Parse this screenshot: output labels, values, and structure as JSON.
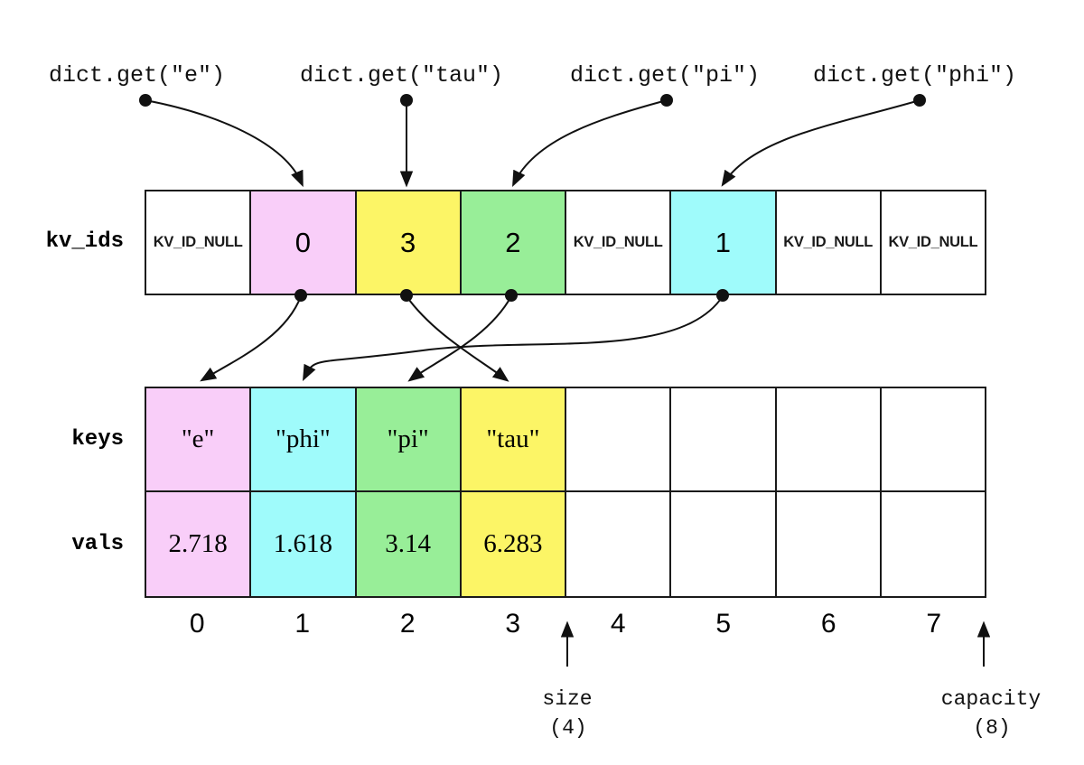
{
  "queries": [
    {
      "label": "dict.get(\"e\")"
    },
    {
      "label": "dict.get(\"tau\")"
    },
    {
      "label": "dict.get(\"pi\")"
    },
    {
      "label": "dict.get(\"phi\")"
    }
  ],
  "rows": {
    "kv_ids": {
      "label": "kv_ids",
      "cells": [
        {
          "text": "KV_ID_NULL",
          "bg": "#ffffff"
        },
        {
          "text": "0",
          "bg": "#f9cef9"
        },
        {
          "text": "3",
          "bg": "#fcf566"
        },
        {
          "text": "2",
          "bg": "#98ee98"
        },
        {
          "text": "KV_ID_NULL",
          "bg": "#ffffff"
        },
        {
          "text": "1",
          "bg": "#9ffbfb"
        },
        {
          "text": "KV_ID_NULL",
          "bg": "#ffffff"
        },
        {
          "text": "KV_ID_NULL",
          "bg": "#ffffff"
        }
      ]
    },
    "keys": {
      "label": "keys",
      "cells": [
        {
          "text": "\"e\"",
          "bg": "#f9cef9"
        },
        {
          "text": "\"phi\"",
          "bg": "#9ffbfb"
        },
        {
          "text": "\"pi\"",
          "bg": "#98ee98"
        },
        {
          "text": "\"tau\"",
          "bg": "#fcf566"
        },
        {
          "text": "",
          "bg": "#ffffff"
        },
        {
          "text": "",
          "bg": "#ffffff"
        },
        {
          "text": "",
          "bg": "#ffffff"
        },
        {
          "text": "",
          "bg": "#ffffff"
        }
      ]
    },
    "vals": {
      "label": "vals",
      "cells": [
        {
          "text": "2.718",
          "bg": "#f9cef9"
        },
        {
          "text": "1.618",
          "bg": "#9ffbfb"
        },
        {
          "text": "3.14",
          "bg": "#98ee98"
        },
        {
          "text": "6.283",
          "bg": "#fcf566"
        },
        {
          "text": "",
          "bg": "#ffffff"
        },
        {
          "text": "",
          "bg": "#ffffff"
        },
        {
          "text": "",
          "bg": "#ffffff"
        },
        {
          "text": "",
          "bg": "#ffffff"
        }
      ]
    }
  },
  "indices": [
    "0",
    "1",
    "2",
    "3",
    "4",
    "5",
    "6",
    "7"
  ],
  "annotations": {
    "size": {
      "label": "size",
      "value": "(4)"
    },
    "capacity": {
      "label": "capacity",
      "value": "(8)"
    }
  },
  "edges": {
    "queries_to_kv_ids": [
      {
        "from": "dict.get(\"e\")",
        "to": "kv_ids[1]"
      },
      {
        "from": "dict.get(\"tau\")",
        "to": "kv_ids[2]"
      },
      {
        "from": "dict.get(\"pi\")",
        "to": "kv_ids[3]"
      },
      {
        "from": "dict.get(\"phi\")",
        "to": "kv_ids[5]"
      }
    ],
    "kv_ids_to_keys": [
      {
        "from": "kv_ids[1]=0",
        "to": "keys[0]"
      },
      {
        "from": "kv_ids[2]=3",
        "to": "keys[3]"
      },
      {
        "from": "kv_ids[3]=2",
        "to": "keys[2]"
      },
      {
        "from": "kv_ids[5]=1",
        "to": "keys[1]"
      }
    ]
  },
  "colors": {
    "pink": "#f9cef9",
    "yellow": "#fcf566",
    "green": "#98ee98",
    "cyan": "#9ffbfb",
    "line": "#111111"
  }
}
